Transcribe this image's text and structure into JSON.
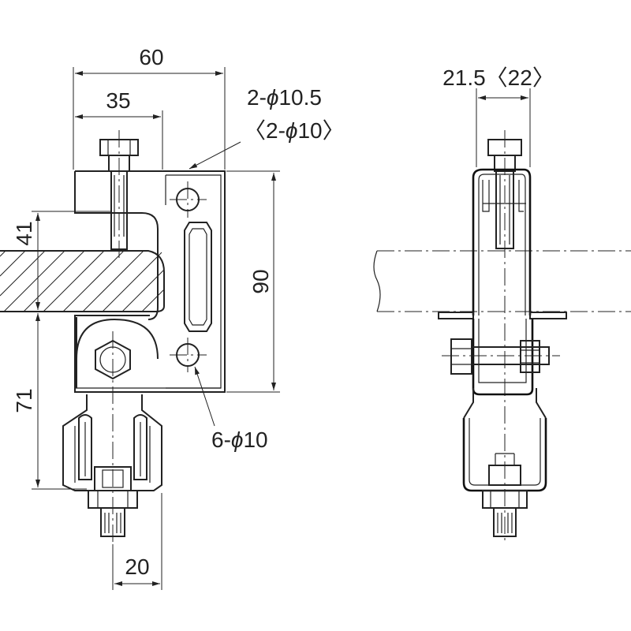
{
  "drawing": {
    "front_view": {
      "dim_width_total": "60",
      "dim_width_inner": "35",
      "dim_height_flange": "90",
      "dim_beam_thickness": "41",
      "dim_lower": "71",
      "dim_bolt_width": "20",
      "note_holes_large_prefix": "2-",
      "note_holes_large_value": "10.5",
      "note_holes_large_alt_open": "〈2-",
      "note_holes_large_alt_value": "10",
      "note_holes_large_alt_close": "〉",
      "note_holes_small_prefix": "6-",
      "note_holes_small_value": "10",
      "phi_symbol": "ϕ"
    },
    "side_view": {
      "dim_width": "21.5〈22〉"
    }
  }
}
